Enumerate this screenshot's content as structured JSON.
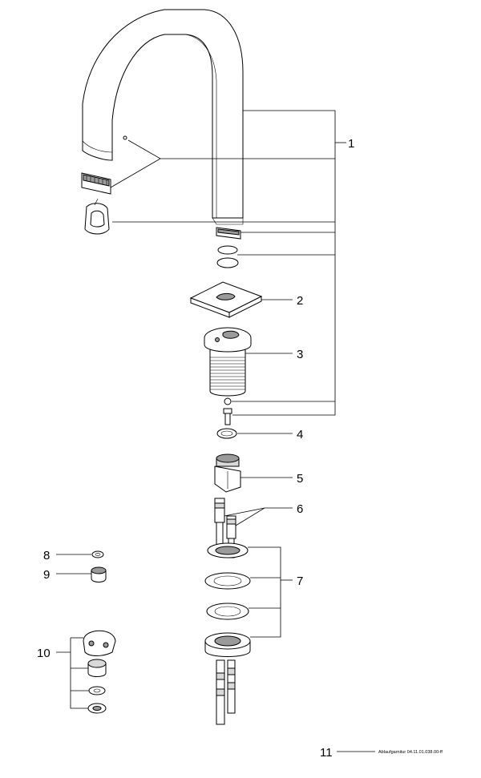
{
  "labels": {
    "p1": "1",
    "p2": "2",
    "p3": "3",
    "p4": "4",
    "p5": "5",
    "p6": "6",
    "p7": "7",
    "p8": "8",
    "p9": "9",
    "p10": "10",
    "p11": "11"
  },
  "footnote": "Ablaufgarnitur 04.11.01.038.00-ff"
}
